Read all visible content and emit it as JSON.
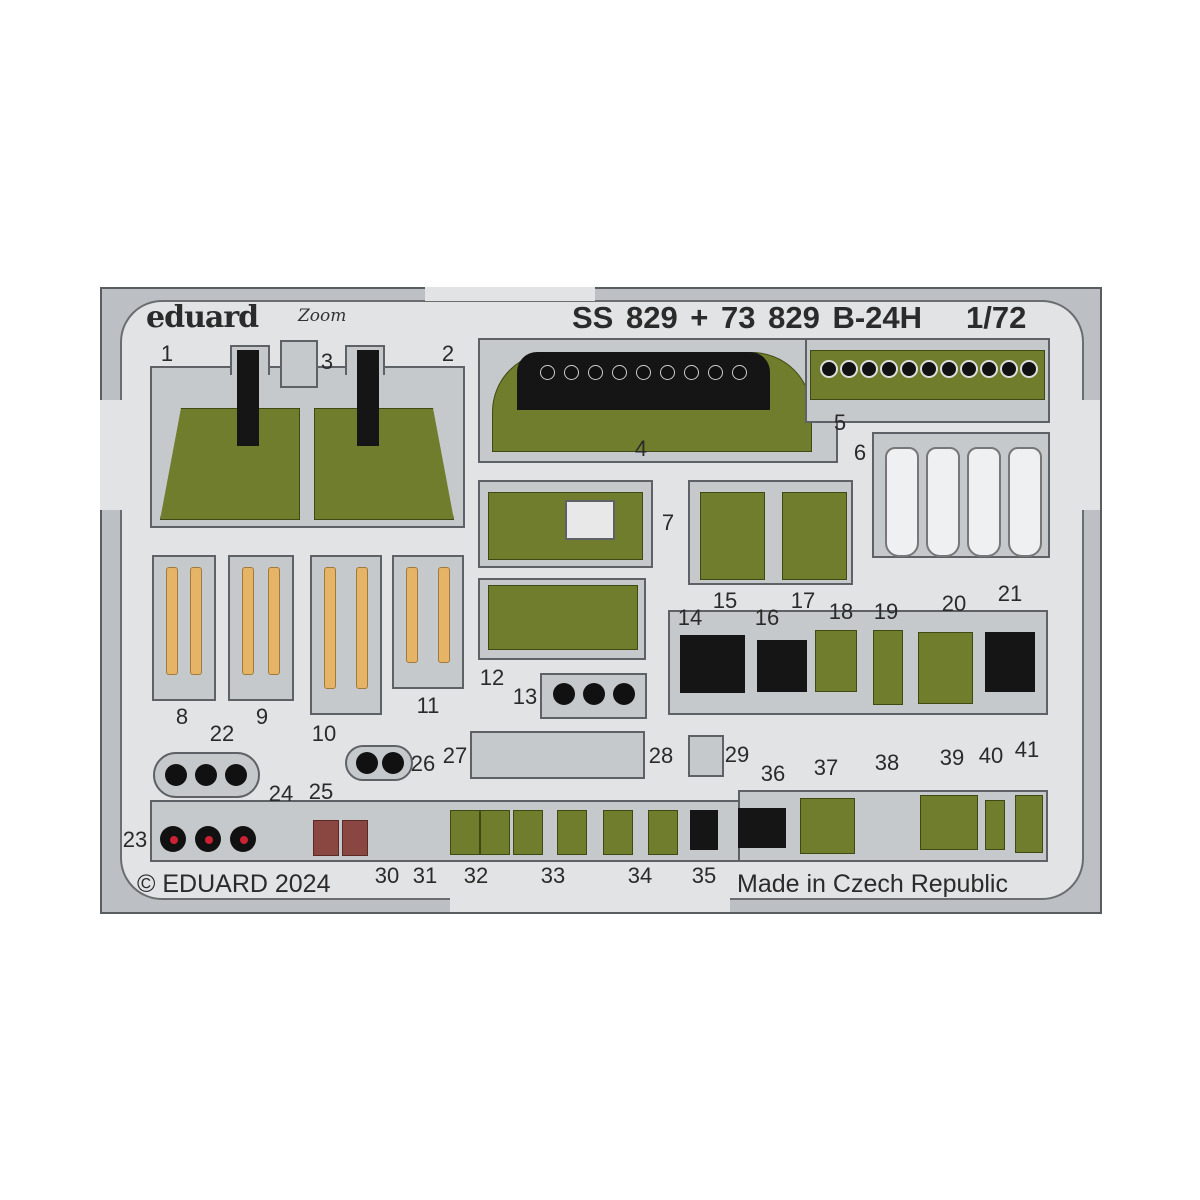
{
  "header": {
    "brand": "eduard",
    "series_mark": "Zoom",
    "title": "SS 829 + 73 829  B-24H",
    "scale": "1/72"
  },
  "footer": {
    "copyright": "© EDUARD 2024",
    "origin": "Made in Czech Republic"
  },
  "part_numbers": [
    "1",
    "2",
    "3",
    "4",
    "5",
    "6",
    "7",
    "8",
    "9",
    "10",
    "11",
    "12",
    "13",
    "14",
    "15",
    "16",
    "17",
    "18",
    "19",
    "20",
    "21",
    "22",
    "23",
    "24",
    "25",
    "26",
    "27",
    "28",
    "29",
    "30",
    "31",
    "32",
    "33",
    "34",
    "35",
    "36",
    "37",
    "38",
    "39",
    "40",
    "41"
  ],
  "colors": {
    "fret": "#bcc0c4",
    "fret_inner": "#e1e3e5",
    "interior_green": "#6f7d2c",
    "belt": "#e6b466",
    "instrument_black": "#151515",
    "warning_red": "#cc2233"
  }
}
